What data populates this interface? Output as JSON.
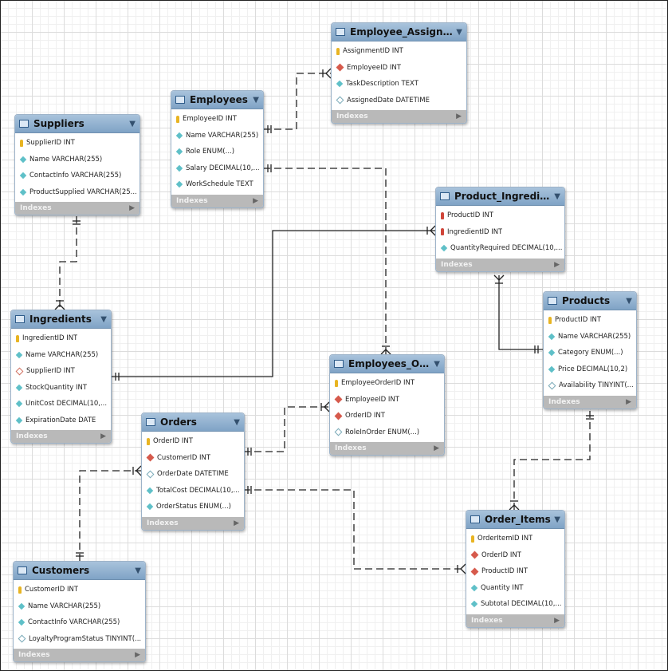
{
  "footer_label": "Indexes",
  "tables": [
    {
      "id": "employee_assignments",
      "name": "Employee_Assignments",
      "columns": [
        {
          "text": "AssignmentID INT",
          "key": "pk"
        },
        {
          "text": "EmployeeID INT",
          "key": "fk"
        },
        {
          "text": "TaskDescription TEXT",
          "key": "col"
        },
        {
          "text": "AssignedDate DATETIME",
          "key": "colnull"
        }
      ]
    },
    {
      "id": "employees",
      "name": "Employees",
      "columns": [
        {
          "text": "EmployeeID INT",
          "key": "pk"
        },
        {
          "text": "Name VARCHAR(255)",
          "key": "col"
        },
        {
          "text": "Role ENUM(...)",
          "key": "col"
        },
        {
          "text": "Salary DECIMAL(10,...",
          "key": "col"
        },
        {
          "text": "WorkSchedule TEXT",
          "key": "col"
        }
      ]
    },
    {
      "id": "suppliers",
      "name": "Suppliers",
      "columns": [
        {
          "text": "SupplierID INT",
          "key": "pk"
        },
        {
          "text": "Name VARCHAR(255)",
          "key": "col"
        },
        {
          "text": "ContactInfo VARCHAR(255)",
          "key": "col"
        },
        {
          "text": "ProductSupplied VARCHAR(25...",
          "key": "col"
        }
      ]
    },
    {
      "id": "product_ingredients",
      "name": "Product_Ingredients",
      "columns": [
        {
          "text": "ProductID INT",
          "key": "pkfk"
        },
        {
          "text": "IngredientID INT",
          "key": "pkfk"
        },
        {
          "text": "QuantityRequired DECIMAL(10,...",
          "key": "col"
        }
      ]
    },
    {
      "id": "products",
      "name": "Products",
      "columns": [
        {
          "text": "ProductID INT",
          "key": "pk"
        },
        {
          "text": "Name VARCHAR(255)",
          "key": "col"
        },
        {
          "text": "Category ENUM(...)",
          "key": "col"
        },
        {
          "text": "Price DECIMAL(10,2)",
          "key": "col"
        },
        {
          "text": "Availability TINYINT(...",
          "key": "colnull"
        }
      ]
    },
    {
      "id": "ingredients",
      "name": "Ingredients",
      "columns": [
        {
          "text": "IngredientID INT",
          "key": "pk"
        },
        {
          "text": "Name VARCHAR(255)",
          "key": "col"
        },
        {
          "text": "SupplierID INT",
          "key": "fknull"
        },
        {
          "text": "StockQuantity INT",
          "key": "col"
        },
        {
          "text": "UnitCost DECIMAL(10,...",
          "key": "col"
        },
        {
          "text": "ExpirationDate DATE",
          "key": "col"
        }
      ]
    },
    {
      "id": "employees_orders",
      "name": "Employees_Ord...",
      "columns": [
        {
          "text": "EmployeeOrderID INT",
          "key": "pk"
        },
        {
          "text": "EmployeeID INT",
          "key": "fk"
        },
        {
          "text": "OrderID INT",
          "key": "fk"
        },
        {
          "text": "RoleInOrder ENUM(...)",
          "key": "colnull"
        }
      ]
    },
    {
      "id": "orders",
      "name": "Orders",
      "columns": [
        {
          "text": "OrderID INT",
          "key": "pk"
        },
        {
          "text": "CustomerID INT",
          "key": "fk"
        },
        {
          "text": "OrderDate DATETIME",
          "key": "colnull"
        },
        {
          "text": "TotalCost DECIMAL(10,...",
          "key": "col"
        },
        {
          "text": "OrderStatus ENUM(...)",
          "key": "col"
        }
      ]
    },
    {
      "id": "order_items",
      "name": "Order_Items",
      "columns": [
        {
          "text": "OrderItemID INT",
          "key": "pk"
        },
        {
          "text": "OrderID INT",
          "key": "fk"
        },
        {
          "text": "ProductID INT",
          "key": "fk"
        },
        {
          "text": "Quantity INT",
          "key": "col"
        },
        {
          "text": "Subtotal DECIMAL(10,...",
          "key": "col"
        }
      ]
    },
    {
      "id": "customers",
      "name": "Customers",
      "columns": [
        {
          "text": "CustomerID INT",
          "key": "pk"
        },
        {
          "text": "Name VARCHAR(255)",
          "key": "col"
        },
        {
          "text": "ContactInfo VARCHAR(255)",
          "key": "col"
        },
        {
          "text": "LoyaltyProgramStatus TINYINT(...",
          "key": "colnull"
        }
      ]
    }
  ],
  "relationships": [
    {
      "from": "employees",
      "to": "employee_assignments",
      "identifying": false
    },
    {
      "from": "employees",
      "to": "employees_orders",
      "identifying": false
    },
    {
      "from": "suppliers",
      "to": "ingredients",
      "identifying": false
    },
    {
      "from": "ingredients",
      "to": "product_ingredients",
      "identifying": true
    },
    {
      "from": "products",
      "to": "product_ingredients",
      "identifying": true
    },
    {
      "from": "orders",
      "to": "employees_orders",
      "identifying": false
    },
    {
      "from": "customers",
      "to": "orders",
      "identifying": false
    },
    {
      "from": "orders",
      "to": "order_items",
      "identifying": false
    },
    {
      "from": "products",
      "to": "order_items",
      "identifying": false
    }
  ],
  "colors": {
    "header": "#8fb0d0",
    "footer": "#b9b9b9",
    "line": "#222222"
  }
}
